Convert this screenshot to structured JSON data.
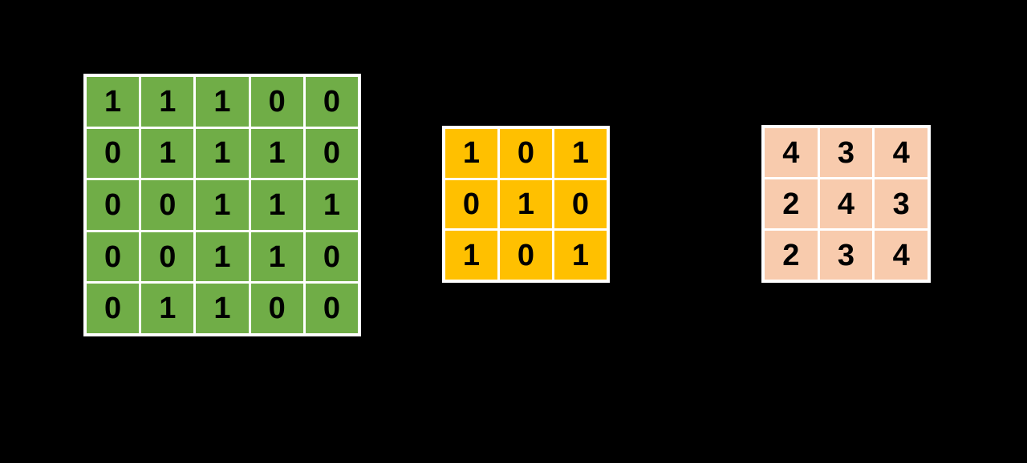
{
  "background_color": "#000000",
  "matrices": {
    "input": {
      "rows": 5,
      "cols": 5,
      "cell_color": "#70AD47",
      "grid_line_color": "#FFFFFF",
      "text_color": "#000000",
      "values": [
        [
          1,
          1,
          1,
          0,
          0
        ],
        [
          0,
          1,
          1,
          1,
          0
        ],
        [
          0,
          0,
          1,
          1,
          1
        ],
        [
          0,
          0,
          1,
          1,
          0
        ],
        [
          0,
          1,
          1,
          0,
          0
        ]
      ]
    },
    "kernel": {
      "rows": 3,
      "cols": 3,
      "cell_color": "#FFC000",
      "grid_line_color": "#FFFFFF",
      "text_color": "#000000",
      "values": [
        [
          1,
          0,
          1
        ],
        [
          0,
          1,
          0
        ],
        [
          1,
          0,
          1
        ]
      ]
    },
    "output": {
      "rows": 3,
      "cols": 3,
      "cell_color": "#F8CBAD",
      "grid_line_color": "#FFFFFF",
      "text_color": "#000000",
      "values": [
        [
          4,
          3,
          4
        ],
        [
          2,
          4,
          3
        ],
        [
          2,
          3,
          4
        ]
      ]
    }
  }
}
